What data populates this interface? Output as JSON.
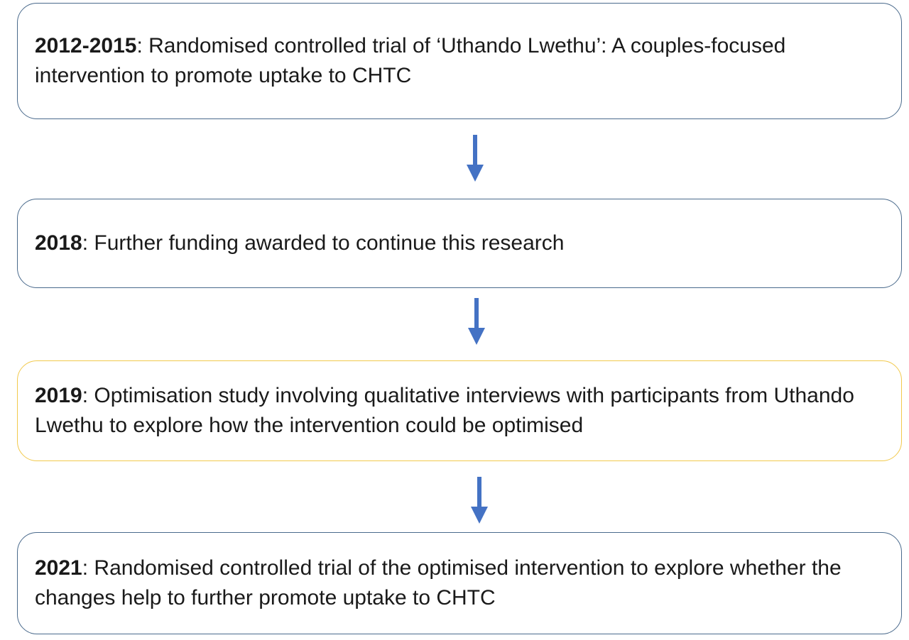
{
  "steps": [
    {
      "year": "2012-2015",
      "text": ": Randomised controlled trial of ‘Uthando Lwethu’: A couples-focused intervention to promote uptake to CHTC"
    },
    {
      "year": "2018",
      "text": ": Further funding awarded to continue this research"
    },
    {
      "year": "2019",
      "text": ": Optimisation study involving qualitative interviews with participants from Uthando Lwethu to explore how the intervention could be optimised"
    },
    {
      "year": "2021",
      "text": ": Randomised controlled trial of the optimised intervention to explore whether the changes help to further promote uptake to CHTC"
    }
  ],
  "colors": {
    "box_border": "#4a6a8c",
    "highlight_border": "#f2c94c",
    "arrow": "#4472c4"
  },
  "arrow_icon": "arrow-down-icon"
}
